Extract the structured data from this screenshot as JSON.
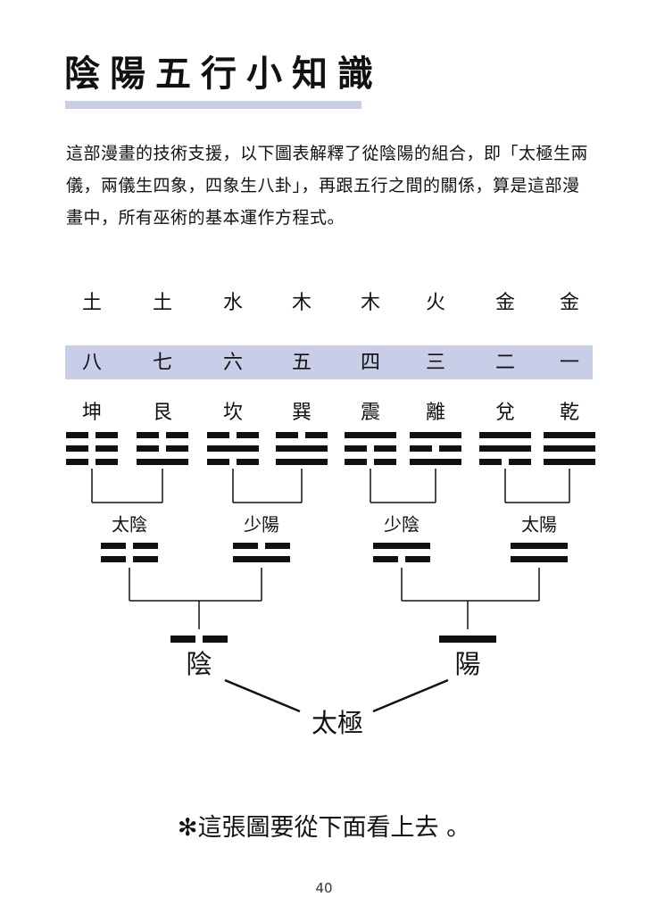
{
  "page": {
    "title": "陰陽五行小知識",
    "intro": "這部漫畫的技術支援，以下圖表解釋了從陰陽的組合，即「太極生兩儀，兩儀生四象，四象生八卦」，再跟五行之間的關係，算是這部漫畫中，所有巫術的基本運作方程式。",
    "note": "✻這張圖要從下面看上去 。",
    "page_number": "40"
  },
  "diagram": {
    "root": "太極",
    "two_forms": [
      {
        "name": "陰",
        "lines": [
          0
        ]
      },
      {
        "name": "陽",
        "lines": [
          1
        ]
      }
    ],
    "four_images": [
      {
        "name": "太陰",
        "lines": [
          0,
          0
        ]
      },
      {
        "name": "少陽",
        "lines": [
          1,
          0
        ]
      },
      {
        "name": "少陰",
        "lines": [
          0,
          1
        ]
      },
      {
        "name": "太陽",
        "lines": [
          1,
          1
        ]
      }
    ],
    "trigrams": [
      {
        "element": "土",
        "number": "八",
        "name": "坤",
        "lines": [
          0,
          0,
          0
        ]
      },
      {
        "element": "土",
        "number": "七",
        "name": "艮",
        "lines": [
          1,
          0,
          0
        ]
      },
      {
        "element": "水",
        "number": "六",
        "name": "坎",
        "lines": [
          0,
          1,
          0
        ]
      },
      {
        "element": "木",
        "number": "五",
        "name": "巽",
        "lines": [
          1,
          1,
          0
        ]
      },
      {
        "element": "木",
        "number": "四",
        "name": "震",
        "lines": [
          0,
          0,
          1
        ]
      },
      {
        "element": "火",
        "number": "三",
        "name": "離",
        "lines": [
          1,
          0,
          1
        ]
      },
      {
        "element": "金",
        "number": "二",
        "name": "兌",
        "lines": [
          0,
          1,
          1
        ]
      },
      {
        "element": "金",
        "number": "一",
        "name": "乾",
        "lines": [
          1,
          1,
          1
        ]
      }
    ],
    "colors": {
      "ink": "#111111",
      "band": "#c8cde8"
    }
  }
}
